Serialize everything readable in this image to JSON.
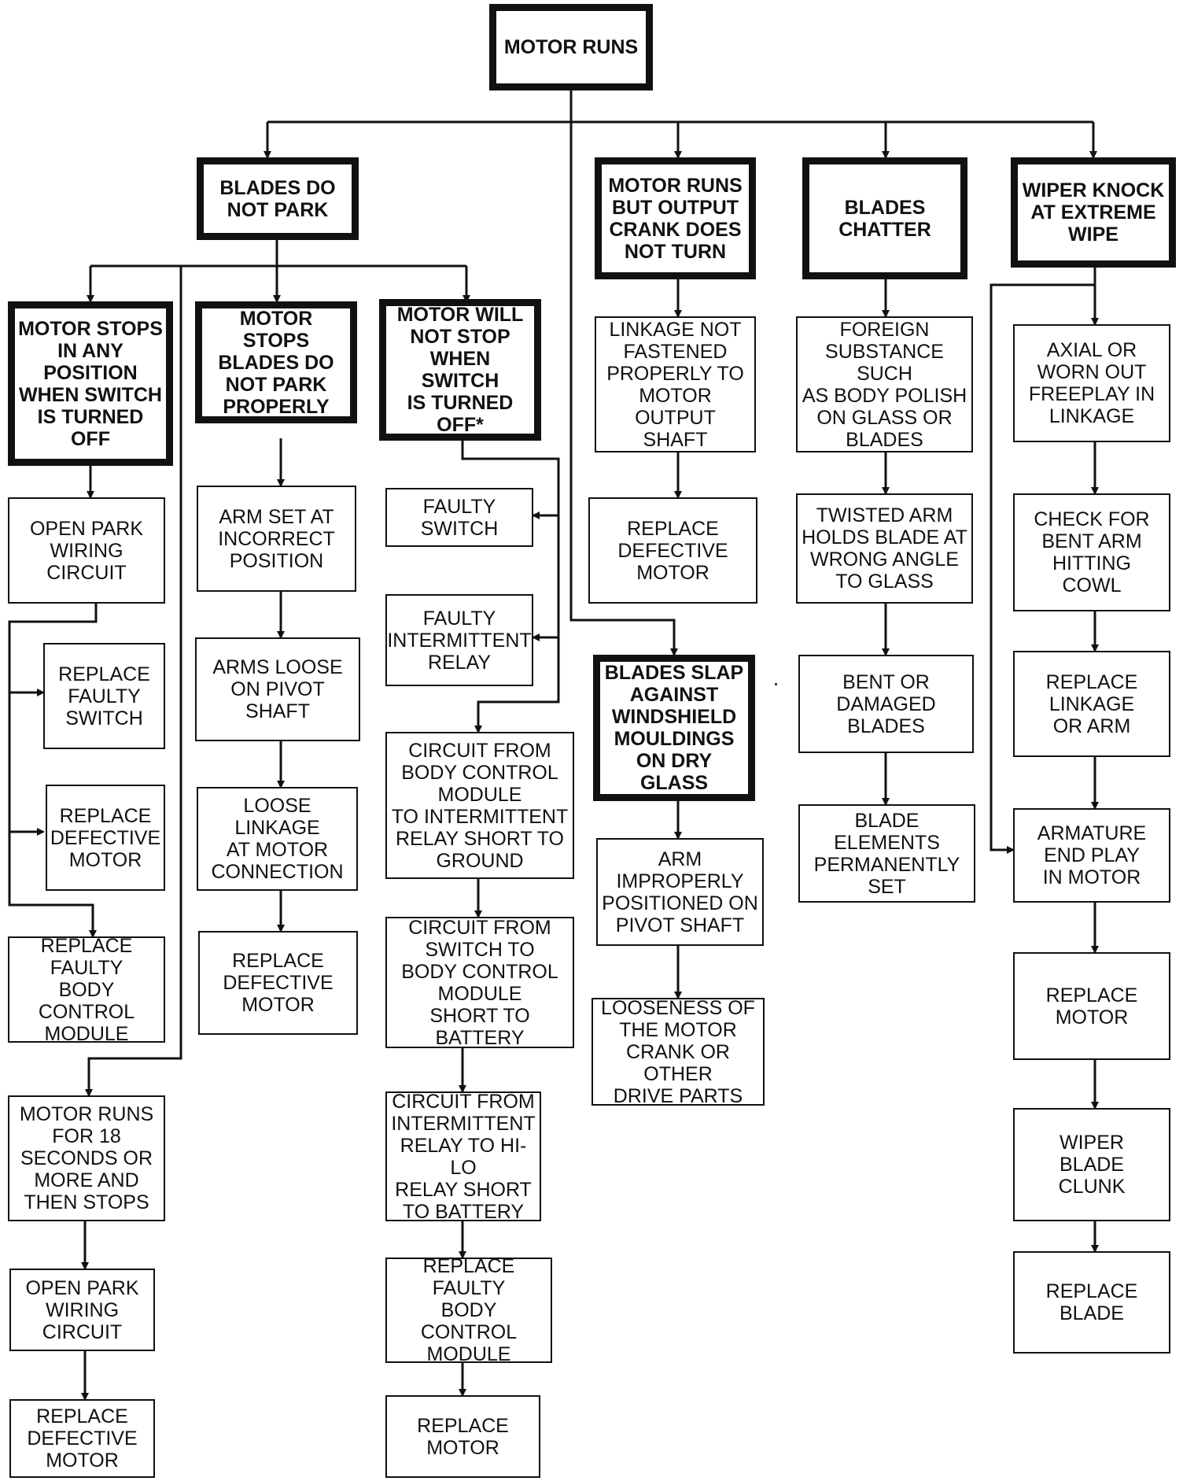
{
  "nodes": {
    "root": "MOTOR RUNS",
    "park": "BLADES DO\nNOT PARK",
    "crank": "MOTOR RUNS\nBUT OUTPUT\nCRANK DOES\nNOT TURN",
    "chatter": "BLADES\nCHATTER",
    "knock": "WIPER KNOCK\nAT EXTREME\nWIPE",
    "stops_any": "MOTOR STOPS\nIN ANY\nPOSITION\nWHEN SWITCH\nIS TURNED\nOFF",
    "stops_park": "MOTOR STOPS\nBLADES DO\nNOT PARK\nPROPERLY",
    "wont_stop": "MOTOR WILL\nNOT STOP\nWHEN SWITCH\nIS TURNED\nOFF*",
    "open_park1": "OPEN PARK\nWIRING CIRCUIT",
    "repl_switch": "REPLACE\nFAULTY\nSWITCH",
    "repl_motor_a": "REPLACE\nDEFECTIVE\nMOTOR",
    "repl_bcm_a": "REPLACE FAULTY\nBODY CONTROL\nMODULE",
    "runs_18": "MOTOR RUNS\nFOR 18\nSECONDS OR\nMORE AND\nTHEN STOPS",
    "open_park2": "OPEN PARK\nWIRING\nCIRCUIT",
    "repl_motor_b": "REPLACE\nDEFECTIVE\nMOTOR",
    "arm_set": "ARM SET AT\nINCORRECT\nPOSITION",
    "arms_loose": "ARMS LOOSE\nON PIVOT SHAFT",
    "loose_link": "LOOSE LINKAGE\nAT MOTOR\nCONNECTION",
    "repl_motor_c": "REPLACE\nDEFECTIVE\nMOTOR",
    "faulty_switch": "FAULTY\nSWITCH",
    "faulty_relay": "FAULTY\nINTERMITTENT\nRELAY",
    "circ_bcm": "CIRCUIT FROM\nBODY CONTROL\nMODULE\nTO INTERMITTENT\nRELAY SHORT TO\nGROUND",
    "circ_switch": "CIRCUIT FROM\nSWITCH TO\nBODY CONTROL\nMODULE\nSHORT TO BATTERY",
    "circ_relay": "CIRCUIT FROM\nINTERMITTENT\nRELAY TO HI-LO\nRELAY SHORT\nTO BATTERY",
    "repl_bcm_b": "REPLACE FAULTY\nBODY\nCONTROL\nMODULE",
    "repl_motor_d": "REPLACE\nMOTOR",
    "linkage_nf": "LINKAGE NOT\nFASTENED\nPROPERLY TO\nMOTOR OUTPUT\nSHAFT",
    "repl_motor_e": "REPLACE\nDEFECTIVE\nMOTOR",
    "slap": "BLADES SLAP\nAGAINST\nWINDSHIELD\nMOULDINGS\nON DRY GLASS",
    "arm_improper": "ARM\nIMPROPERLY\nPOSITIONED ON\nPIVOT SHAFT",
    "looseness": "LOOSENESS OF\nTHE MOTOR\nCRANK OR OTHER\nDRIVE PARTS",
    "foreign": "FOREIGN\nSUBSTANCE SUCH\nAS BODY POLISH\nON GLASS OR\nBLADES",
    "twisted": "TWISTED ARM\nHOLDS BLADE AT\nWRONG ANGLE\nTO GLASS",
    "bent_blades": "BENT OR\nDAMAGED\nBLADES",
    "set_elements": "BLADE ELEMENTS\nPERMANENTLY\nSET",
    "axial": "AXIAL OR\nWORN OUT\nFREEPLAY IN\nLINKAGE",
    "bent_arm": "CHECK FOR\nBENT ARM\nHITTING\nCOWL",
    "repl_linkage": "REPLACE\nLINKAGE\nOR ARM",
    "armature": "ARMATURE\nEND PLAY\nIN MOTOR",
    "repl_motor_f": "REPLACE\nMOTOR",
    "clunk": "WIPER\nBLADE\nCLUNK",
    "repl_blade": "REPLACE\nBLADE"
  }
}
